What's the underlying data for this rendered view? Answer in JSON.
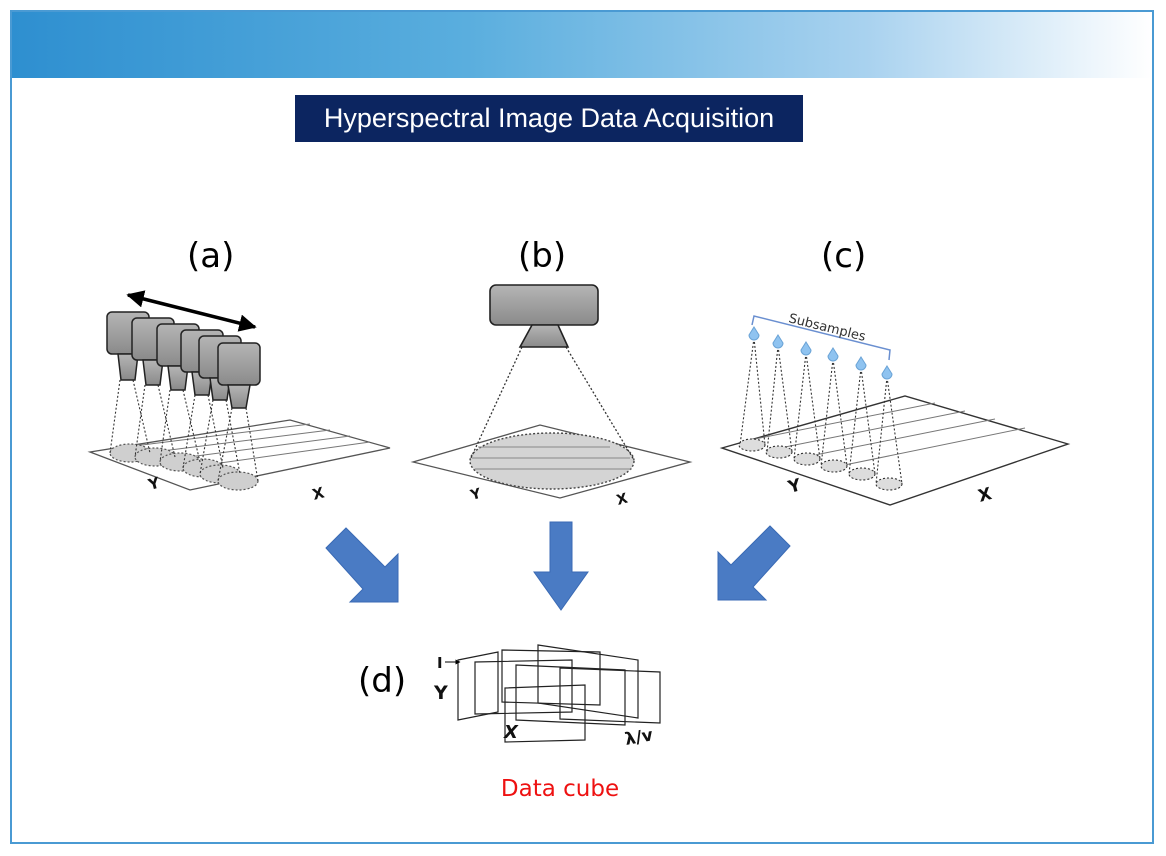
{
  "title": "Hyperspectral Image Data Acquisition",
  "panels": {
    "a": {
      "label": "(a)",
      "axis_y": "Y",
      "axis_x": "X"
    },
    "b": {
      "label": "(b)",
      "axis_y": "Y",
      "axis_x": "X"
    },
    "c": {
      "label": "(c)",
      "axis_y": "Y",
      "axis_x": "X",
      "bracket_label": "Subsamples"
    },
    "d": {
      "label": "(d)",
      "axis_i": "I",
      "axis_y": "Y",
      "axis_x": "X",
      "axis_lambda": "λ/v",
      "caption": "Data cube"
    }
  },
  "colors": {
    "header_start": "#2e8fd0",
    "title_box": "#0c2560",
    "arrow": "#4a7bc4",
    "camera": "#9a9a9a",
    "caption": "#ee1111",
    "bracket": "#6a8fd0"
  }
}
